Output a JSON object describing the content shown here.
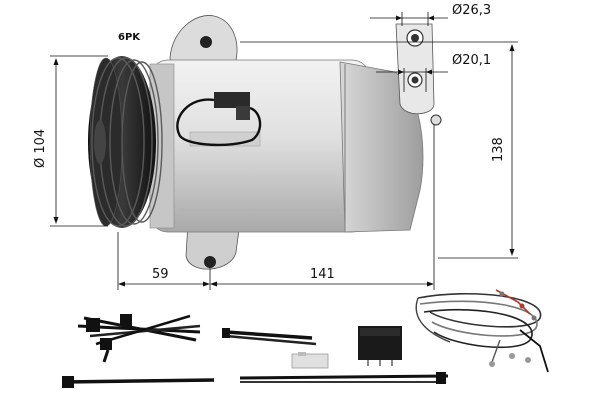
{
  "diagram": {
    "pulley_label": "6PK",
    "dimensions": {
      "port_top_diameter": "Ø26,3",
      "port_bottom_diameter": "Ø20,1",
      "pulley_diameter": "Ø 104",
      "overall_height": "138",
      "mount_to_pulley": "59",
      "mount_to_rear": "141"
    },
    "accessories": [
      "cable-ties",
      "cable-tie-strip",
      "relay",
      "fuse",
      "wiring-harness",
      "long-cable-tie"
    ],
    "colors": {
      "ink": "#111111",
      "body_light": "#e6e6e6",
      "body_mid": "#bdbdbd",
      "pulley_dark": "#1e1e1e",
      "wire_red": "#b23a2a"
    }
  }
}
